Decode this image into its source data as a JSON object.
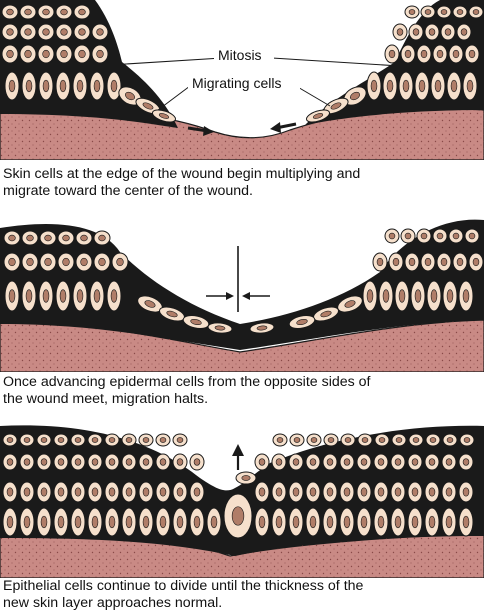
{
  "panels": [
    {
      "labels": {
        "mitosis": "Mitosis",
        "migrating": "Migrating cells"
      },
      "caption_line1": "Skin cells at the edge of the wound begin multiplying and",
      "caption_line2": "migrate toward the center of the wound."
    },
    {
      "caption_line1": "Once advancing epidermal cells from the opposite sides of",
      "caption_line2": "the wound meet, migration halts."
    },
    {
      "caption_line1": "Epithelial cells continue to divide until the thickness of the",
      "caption_line2": "new skin layer approaches normal."
    }
  ],
  "colors": {
    "dermis": "#c98a85",
    "dermis_dark": "#9c5a58",
    "cell_fill": "#f6e0cc",
    "nucleus": "#b07d68",
    "outline": "#1a1a1a"
  }
}
